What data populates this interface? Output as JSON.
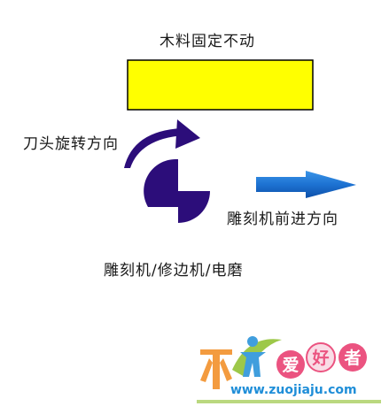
{
  "labels": {
    "wood_fixed": "木料固定不动",
    "cutter_rotation": "刀头旋转方向",
    "router_direction": "雕刻机前进方向",
    "tool_types": "雕刻机/修边机/电磨"
  },
  "watermark": {
    "site": "www.zuojiaju.com",
    "slogan_chars": [
      "爱",
      "好",
      "者"
    ],
    "logo_char": "木"
  },
  "colors": {
    "wood_fill": "#ffff00",
    "wood_stroke": "#000000",
    "cutter": "#2c0d7a",
    "rotation_arrow": "#2c0d7a",
    "direction_arrow": "#1d72d2",
    "watermark_orange": "#f28a1e",
    "watermark_green": "#8cbf2a",
    "watermark_pink": "#e8366b",
    "watermark_blue": "#1f8ed8"
  }
}
